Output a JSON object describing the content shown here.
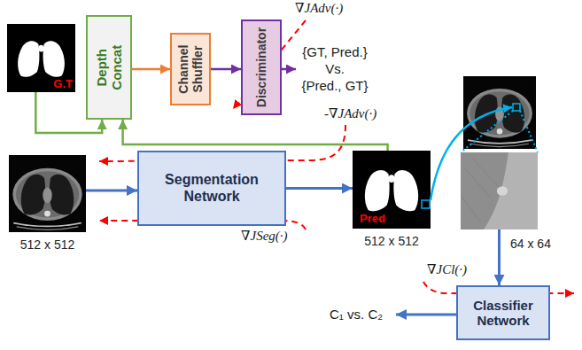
{
  "diagram": {
    "nodes": [
      {
        "text": [
          "G.T"
        ]
      },
      {
        "text": [
          "Depth Concat"
        ]
      },
      {
        "text": [
          "Channel Shuffler"
        ]
      },
      {
        "text": [
          "Discriminator"
        ]
      },
      {
        "text": [
          "512 x 512"
        ]
      },
      {
        "text": [
          "Segmentation Network"
        ]
      },
      {
        "text": [
          "Pred",
          "512 x 512"
        ]
      },
      {
        "text": [
          "64 x 64"
        ]
      },
      {
        "text": [
          "Classifier Network"
        ]
      }
    ],
    "edges": [
      {
        "from": 0,
        "to": 1,
        "arrow": "to"
      },
      {
        "from": 6,
        "to": 1,
        "arrow": "to"
      },
      {
        "from": 1,
        "to": 2,
        "arrow": "to"
      },
      {
        "from": 2,
        "to": 3,
        "arrow": "to"
      },
      {
        "from": 4,
        "to": 5,
        "arrow": "to"
      },
      {
        "from": 5,
        "to": 6,
        "arrow": "to"
      },
      {
        "from": 7,
        "to": 8,
        "arrow": "to"
      }
    ],
    "labels": [
      "∇JAdv(·)",
      "{GT, Pred.}",
      "Vs.",
      "{Pred., GT}",
      "-∇JAdv(·)",
      "∇JSeg(·)",
      "∇JCl(·)",
      "C₁ vs. C₂"
    ]
  }
}
